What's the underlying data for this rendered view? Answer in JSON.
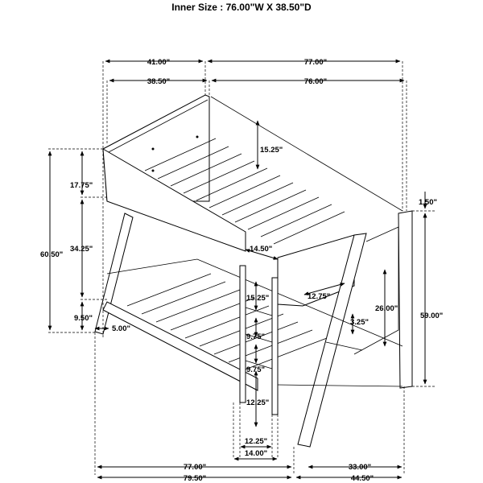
{
  "title": "Inner Size : 76.00\"W X  38.50\"D",
  "dimensions": {
    "top_outer_width": "41.00\"",
    "top_inner_width": "38.50\"",
    "top_outer_length": "77.00\"",
    "top_inner_length": "76.00\"",
    "upper_rail_height": "15.25\"",
    "upper_panel_height": "17.75\"",
    "overall_height": "60.50\"",
    "between_bunks": "34.25\"",
    "lower_clearance": "9.50\"",
    "foot_offset": "5.00\"",
    "post_cap": "1.50\"",
    "end_height": "59.00\"",
    "guard_gap": "14.50\"",
    "guard_rail": "12.75\"",
    "end_panel_height": "26.00\"",
    "lower_rail": "3.25\"",
    "ladder_top": "15.25\"",
    "ladder_step_1": "9.75\"",
    "ladder_step_2": "9.75\"",
    "ladder_bottom": "12.25\"",
    "ladder_inner_width": "12.25\"",
    "ladder_outer_width": "14.00\"",
    "bottom_length": "77.00\"",
    "bottom_overall_length": "79.50\"",
    "bottom_depth": "33.00\"",
    "bottom_overall_depth": "44.50\""
  }
}
